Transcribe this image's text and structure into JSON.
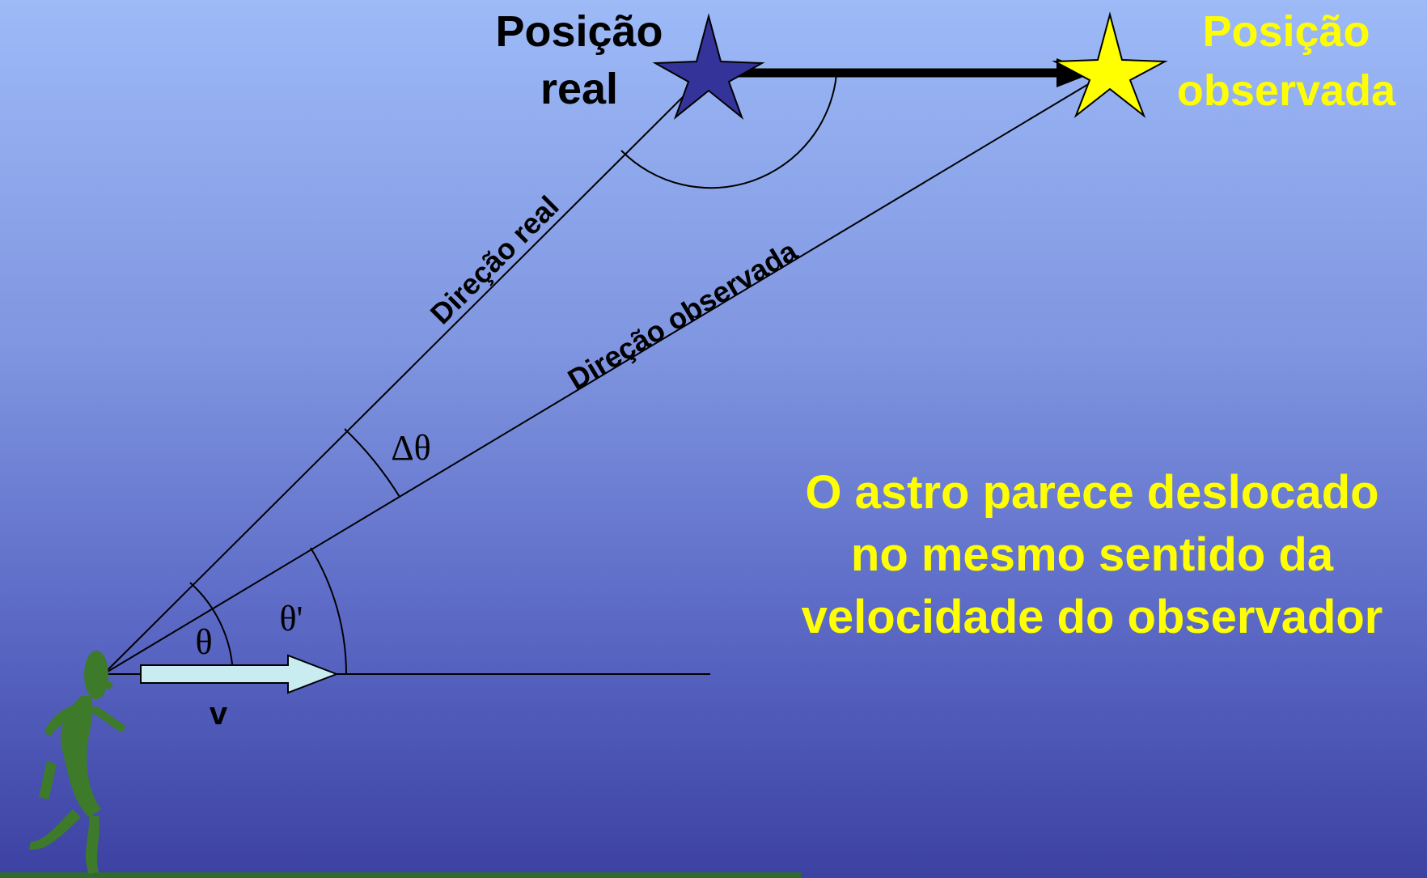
{
  "labels": {
    "real_position_line1": "Posição",
    "real_position_line2": "real",
    "observed_position_line1": "Posição",
    "observed_position_line2": "observada",
    "real_direction": "Direção real",
    "observed_direction": "Direção observada",
    "delta_theta": "Δθ",
    "theta": "θ",
    "theta_prime": "θ'",
    "velocity": "v"
  },
  "caption": {
    "line1": "O astro parece deslocado",
    "line2": "no mesmo sentido da",
    "line3": "velocidade do observador"
  },
  "colors": {
    "real_star": "#333399",
    "observed_star": "#ffff00",
    "highlight_text": "#ffff00",
    "velocity_arrow": "#c8ecf0",
    "figure": "#3d7a2a",
    "ground": "#2e6b2e"
  },
  "icons": {
    "real_star": "star-icon",
    "observed_star": "star-icon",
    "observer": "running-person-icon"
  }
}
